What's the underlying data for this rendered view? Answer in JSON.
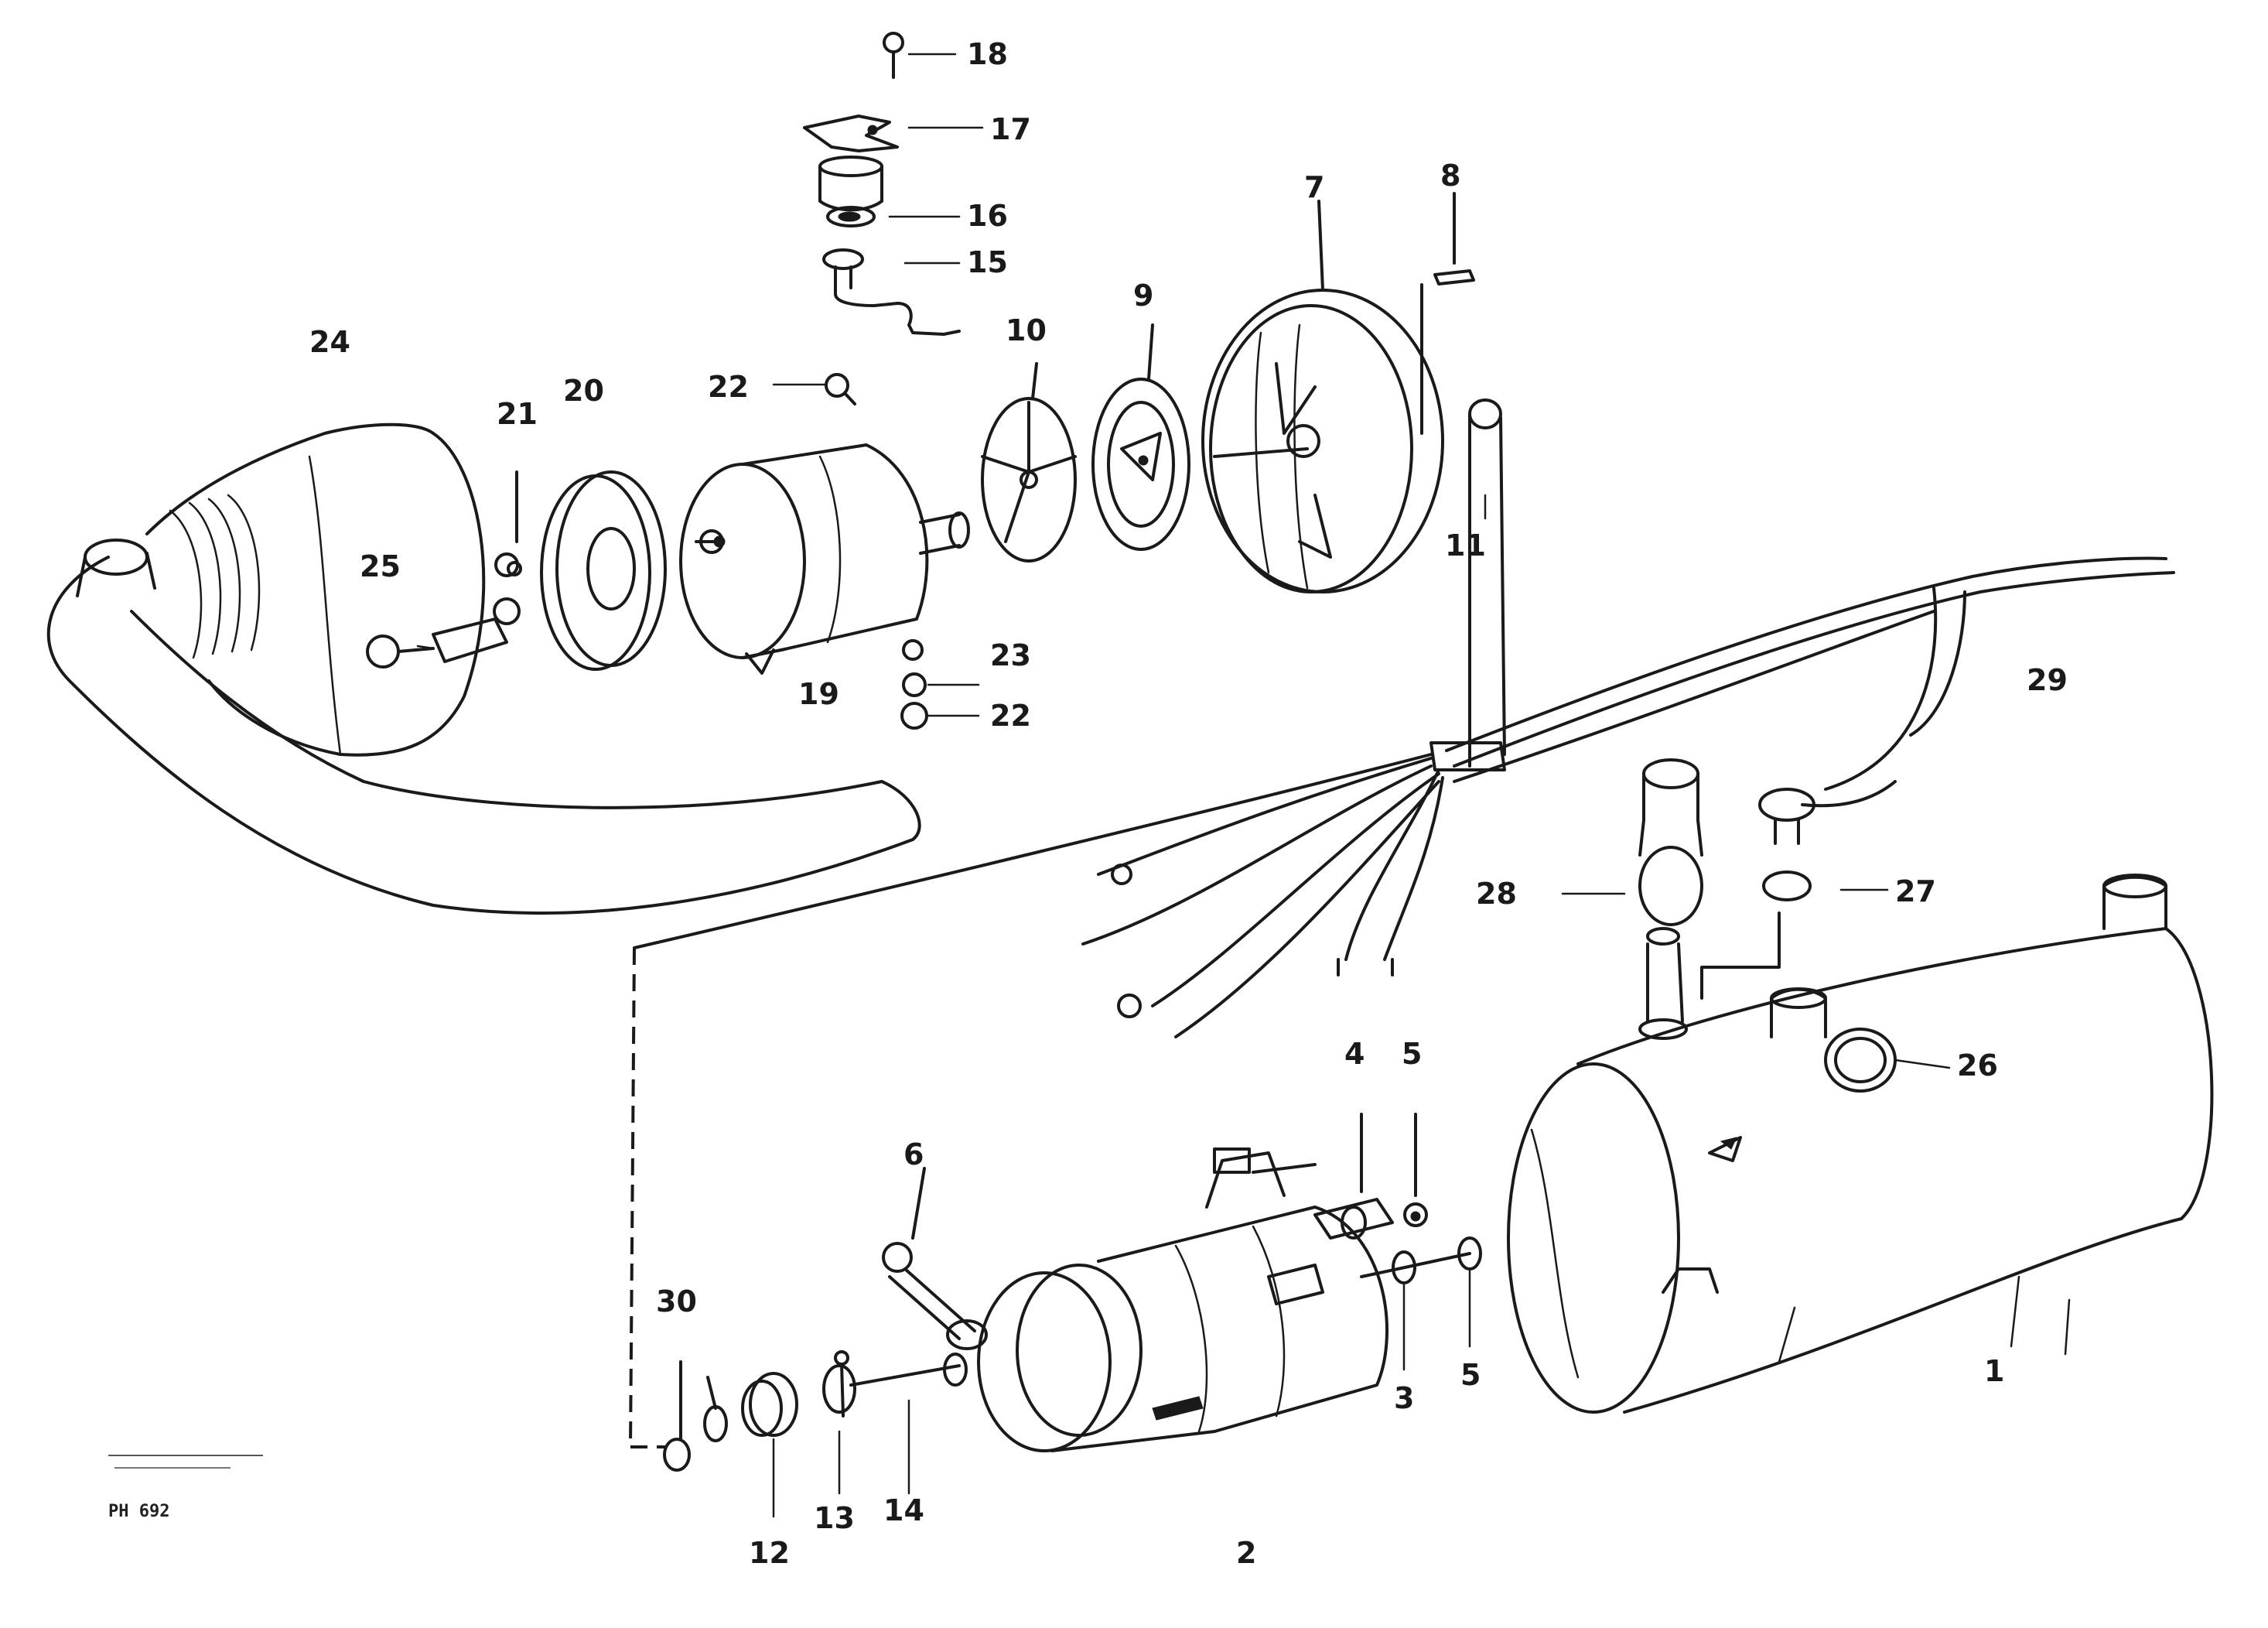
{
  "diagram": {
    "colors": {
      "line": "#1a1a1a",
      "background": "#ffffff"
    },
    "callouts": {
      "c1": "1",
      "c2": "2",
      "c3": "3",
      "c4": "4",
      "c5a": "5",
      "c5b": "5",
      "c6": "6",
      "c7": "7",
      "c8": "8",
      "c9": "9",
      "c10": "10",
      "c11": "11",
      "c12": "12",
      "c13": "13",
      "c14": "14",
      "c15": "15",
      "c16": "16",
      "c17": "17",
      "c18": "18",
      "c19": "19",
      "c20": "20",
      "c21": "21",
      "c22a": "22",
      "c22b": "22",
      "c23": "23",
      "c24": "24",
      "c25": "25",
      "c26": "26",
      "c27": "27",
      "c28": "28",
      "c29": "29",
      "c30": "30"
    },
    "stamp": {
      "line1": "",
      "line2": "",
      "id": "PH 692"
    }
  }
}
